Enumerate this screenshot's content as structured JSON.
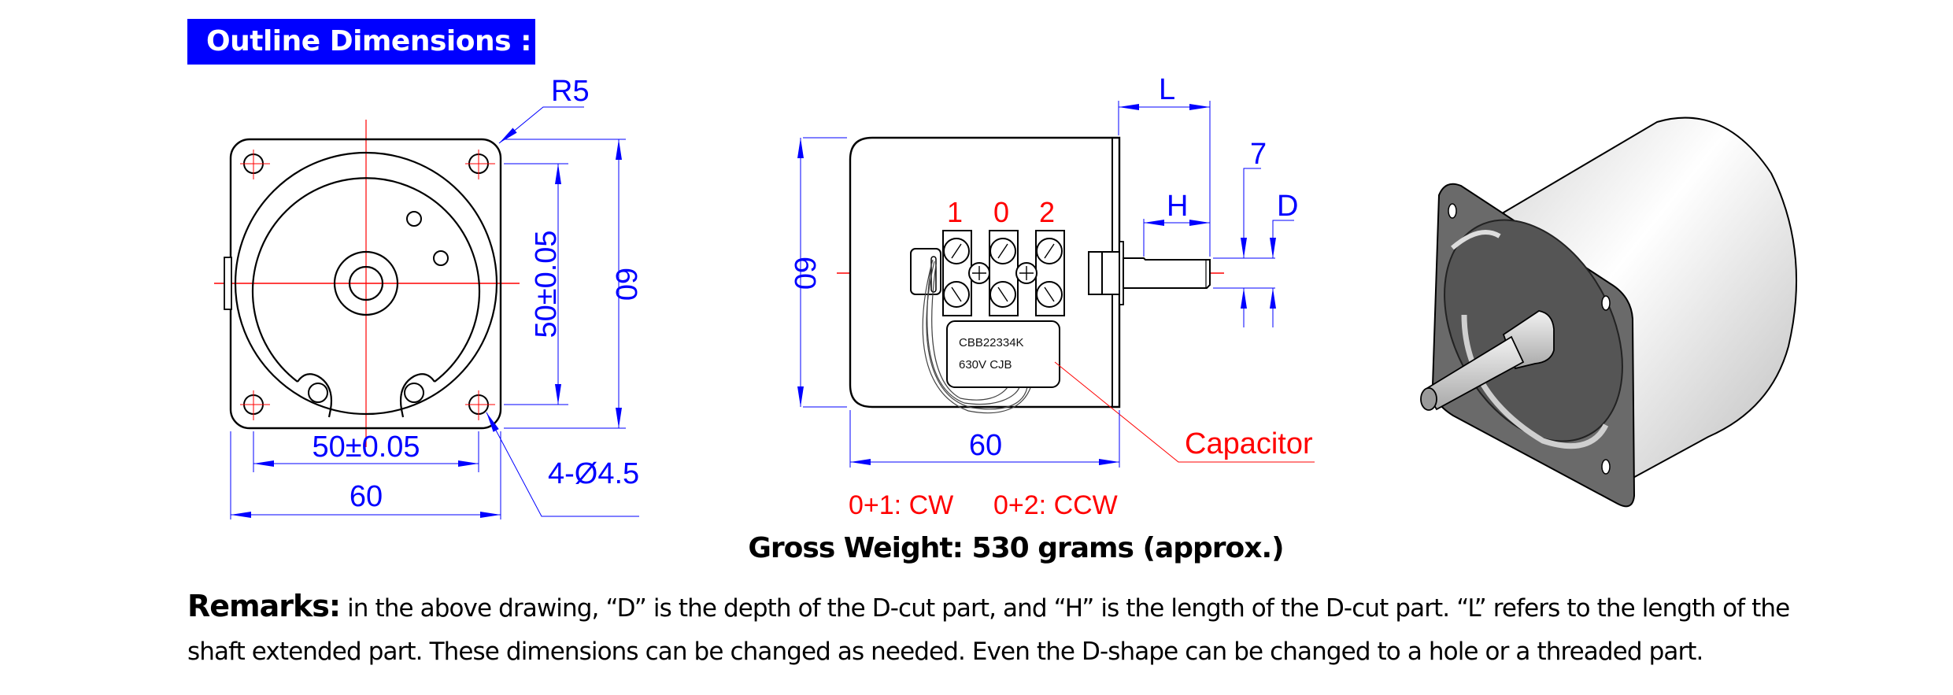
{
  "header": {
    "title": "Outline Dimensions :",
    "bg_color": "#0000ff",
    "text_color": "#ffffff"
  },
  "front_view": {
    "radius_label": "R5",
    "hole_pitch_vertical": "50±0.05",
    "height": "60",
    "hole_pitch_horizontal": "50±0.05",
    "width": "60",
    "mounting_holes": "4-Ø4.5"
  },
  "side_view": {
    "height": "60",
    "length": "60",
    "terminal_labels": [
      "1",
      "0",
      "2"
    ],
    "capacitor_line1": "CBB22334K",
    "capacitor_line2": "630V  CJB",
    "capacitor_label": "Capacitor",
    "shaft_L": "L",
    "shaft_H": "H",
    "shaft_diameter": "7",
    "shaft_D": "D",
    "wiring_cw": "0+1: CW",
    "wiring_ccw": "0+2: CCW"
  },
  "iso_view": {
    "alt": "3D view of motor"
  },
  "colors": {
    "dimension": "#0000ff",
    "centerline": "#ff0000",
    "outline": "#000000"
  },
  "weight": {
    "text": "Gross Weight: 530 grams (approx.)"
  },
  "remarks": {
    "label": "Remarks:",
    "line1": " in the above drawing, “D” is the depth of the D-cut part, and “H” is the length of the D-cut part. “L” refers to the length of the",
    "line2": "shaft extended part. These dimensions can be changed as needed. Even the D-shape can be changed to a hole or a threaded part."
  }
}
